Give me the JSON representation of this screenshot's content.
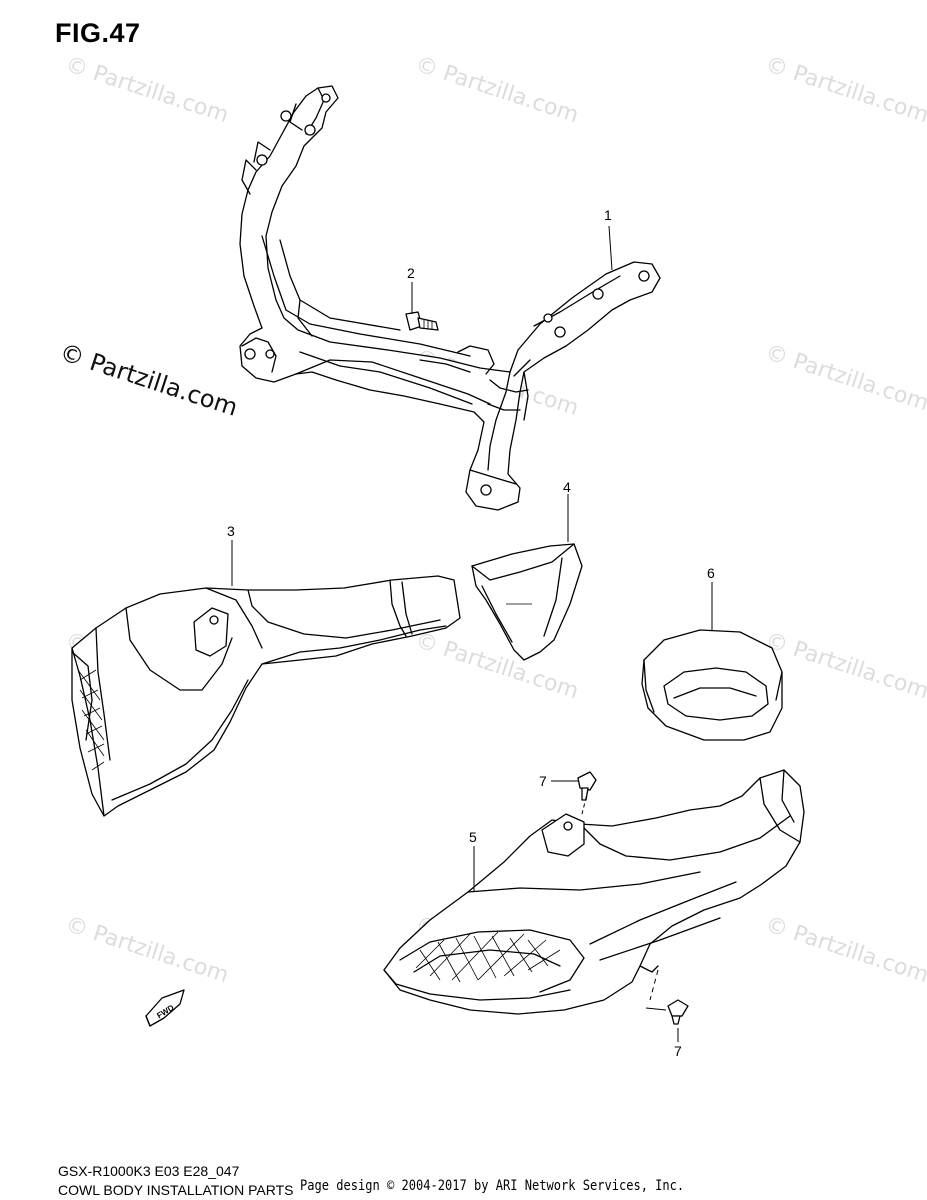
{
  "figure": {
    "title": "FIG.47",
    "model_code": "GSX-R1000K3 E03 E28_047",
    "section_name": "COWL BODY INSTALLATION PARTS"
  },
  "footer": {
    "credit": "Page design © 2004-2017 by ARI Network Services, Inc."
  },
  "watermark": {
    "text": "© Partzilla.com",
    "main_text": "© Partzilla.com"
  },
  "fwd_marker": {
    "label": "FWD"
  },
  "callouts": [
    {
      "id": "c1",
      "label": "1"
    },
    {
      "id": "c2",
      "label": "2"
    },
    {
      "id": "c3",
      "label": "3"
    },
    {
      "id": "c4",
      "label": "4"
    },
    {
      "id": "c5",
      "label": "5"
    },
    {
      "id": "c6",
      "label": "6"
    },
    {
      "id": "c7a",
      "label": "7"
    },
    {
      "id": "c7b",
      "label": "7"
    }
  ],
  "parts": [
    {
      "callout": "1",
      "icon": "cowl-bracket-icon"
    },
    {
      "callout": "2",
      "icon": "bolt-icon"
    },
    {
      "callout": "3",
      "icon": "left-air-duct-icon"
    },
    {
      "callout": "4",
      "icon": "duct-seal-icon"
    },
    {
      "callout": "5",
      "icon": "right-air-duct-icon"
    },
    {
      "callout": "6",
      "icon": "duct-grommet-icon"
    },
    {
      "callout": "7",
      "icon": "clip-icon"
    }
  ]
}
